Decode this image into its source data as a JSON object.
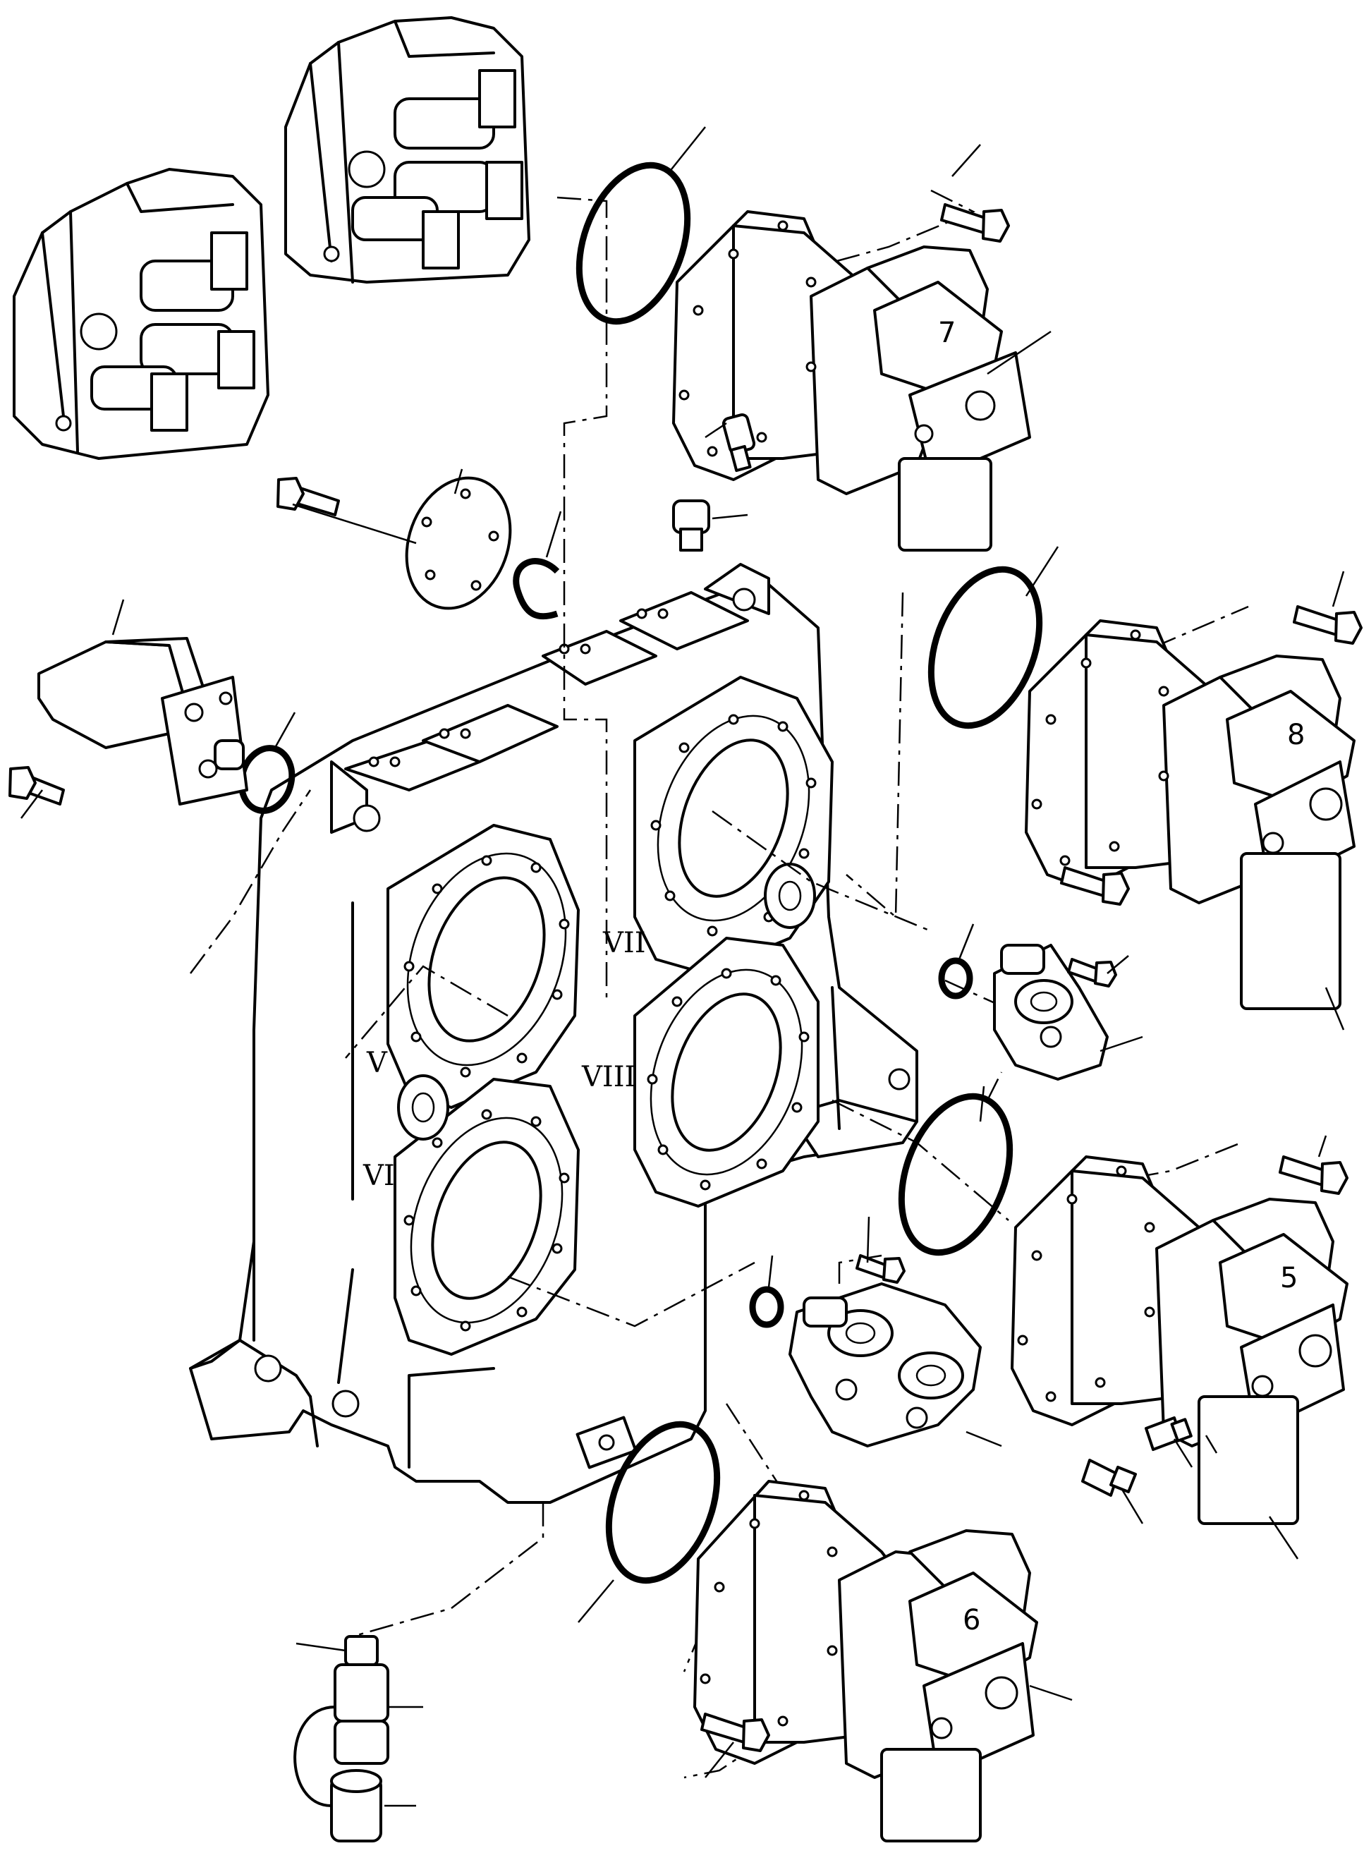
{
  "roman_labels": {
    "v": "V",
    "vi": "VI",
    "vii": "VII",
    "viii": "VIII"
  },
  "motor_numbers": {
    "m5": "5",
    "m6": "6",
    "m7": "7",
    "m8": "8"
  }
}
